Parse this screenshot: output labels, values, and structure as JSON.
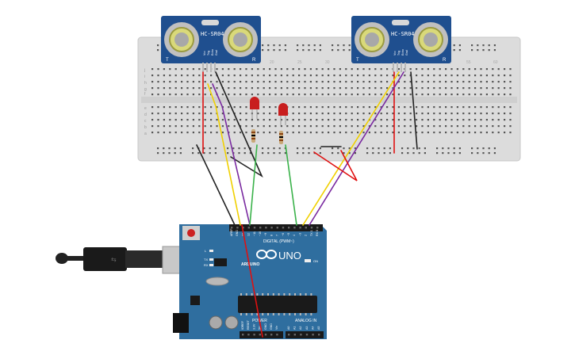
{
  "breadboard": {
    "row_letters_top": [
      "j",
      "i",
      "h",
      "g",
      "f"
    ],
    "row_letters_bottom": [
      "e",
      "d",
      "c",
      "b",
      "a"
    ],
    "column_numbers": [
      "1",
      "5",
      "10",
      "15",
      "20",
      "25",
      "30",
      "35",
      "40",
      "45",
      "50",
      "55",
      "60"
    ]
  },
  "sensors": [
    {
      "model": "HC-SR04",
      "left_mark": "T",
      "right_mark": "R",
      "pins": [
        "Vcc",
        "Trig",
        "Echo",
        "Gnd"
      ]
    },
    {
      "model": "HC-SR04",
      "left_mark": "T",
      "right_mark": "R",
      "pins": [
        "Vcc",
        "Trig",
        "Echo",
        "Gnd"
      ]
    }
  ],
  "arduino": {
    "brand": "ARDUINO",
    "model": "UNO",
    "on_label": "ON",
    "digital_label": "DIGITAL (PWM~)",
    "power_label": "POWER",
    "analog_label": "ANALOG IN",
    "l_label": "L",
    "tx_label": "TX",
    "rx_label": "RX",
    "top_pin_labels": [
      "AREF",
      "GND",
      "13",
      "12",
      "~11",
      "~10",
      "~9",
      "8",
      "7",
      "~6",
      "~5",
      "4",
      "~3",
      "2",
      "TX 1",
      "RX 0"
    ],
    "power_pin_labels": [
      "IOREF",
      "RESET",
      "3.3V",
      "5V",
      "GND",
      "GND",
      "Vin"
    ],
    "analog_pin_labels": [
      "A0",
      "A1",
      "A2",
      "A3",
      "A4",
      "A5"
    ]
  },
  "colors": {
    "board_blue": "#2f6e9f",
    "breadboard": "#dcdcdc",
    "sensor_blue": "#1f4f8f",
    "wire_red": "#e01010",
    "wire_yellow": "#f0d000",
    "wire_purple": "#7a2aa0",
    "wire_green": "#3ab24a",
    "wire_black": "#222222",
    "led_red": "#c81e1e"
  }
}
